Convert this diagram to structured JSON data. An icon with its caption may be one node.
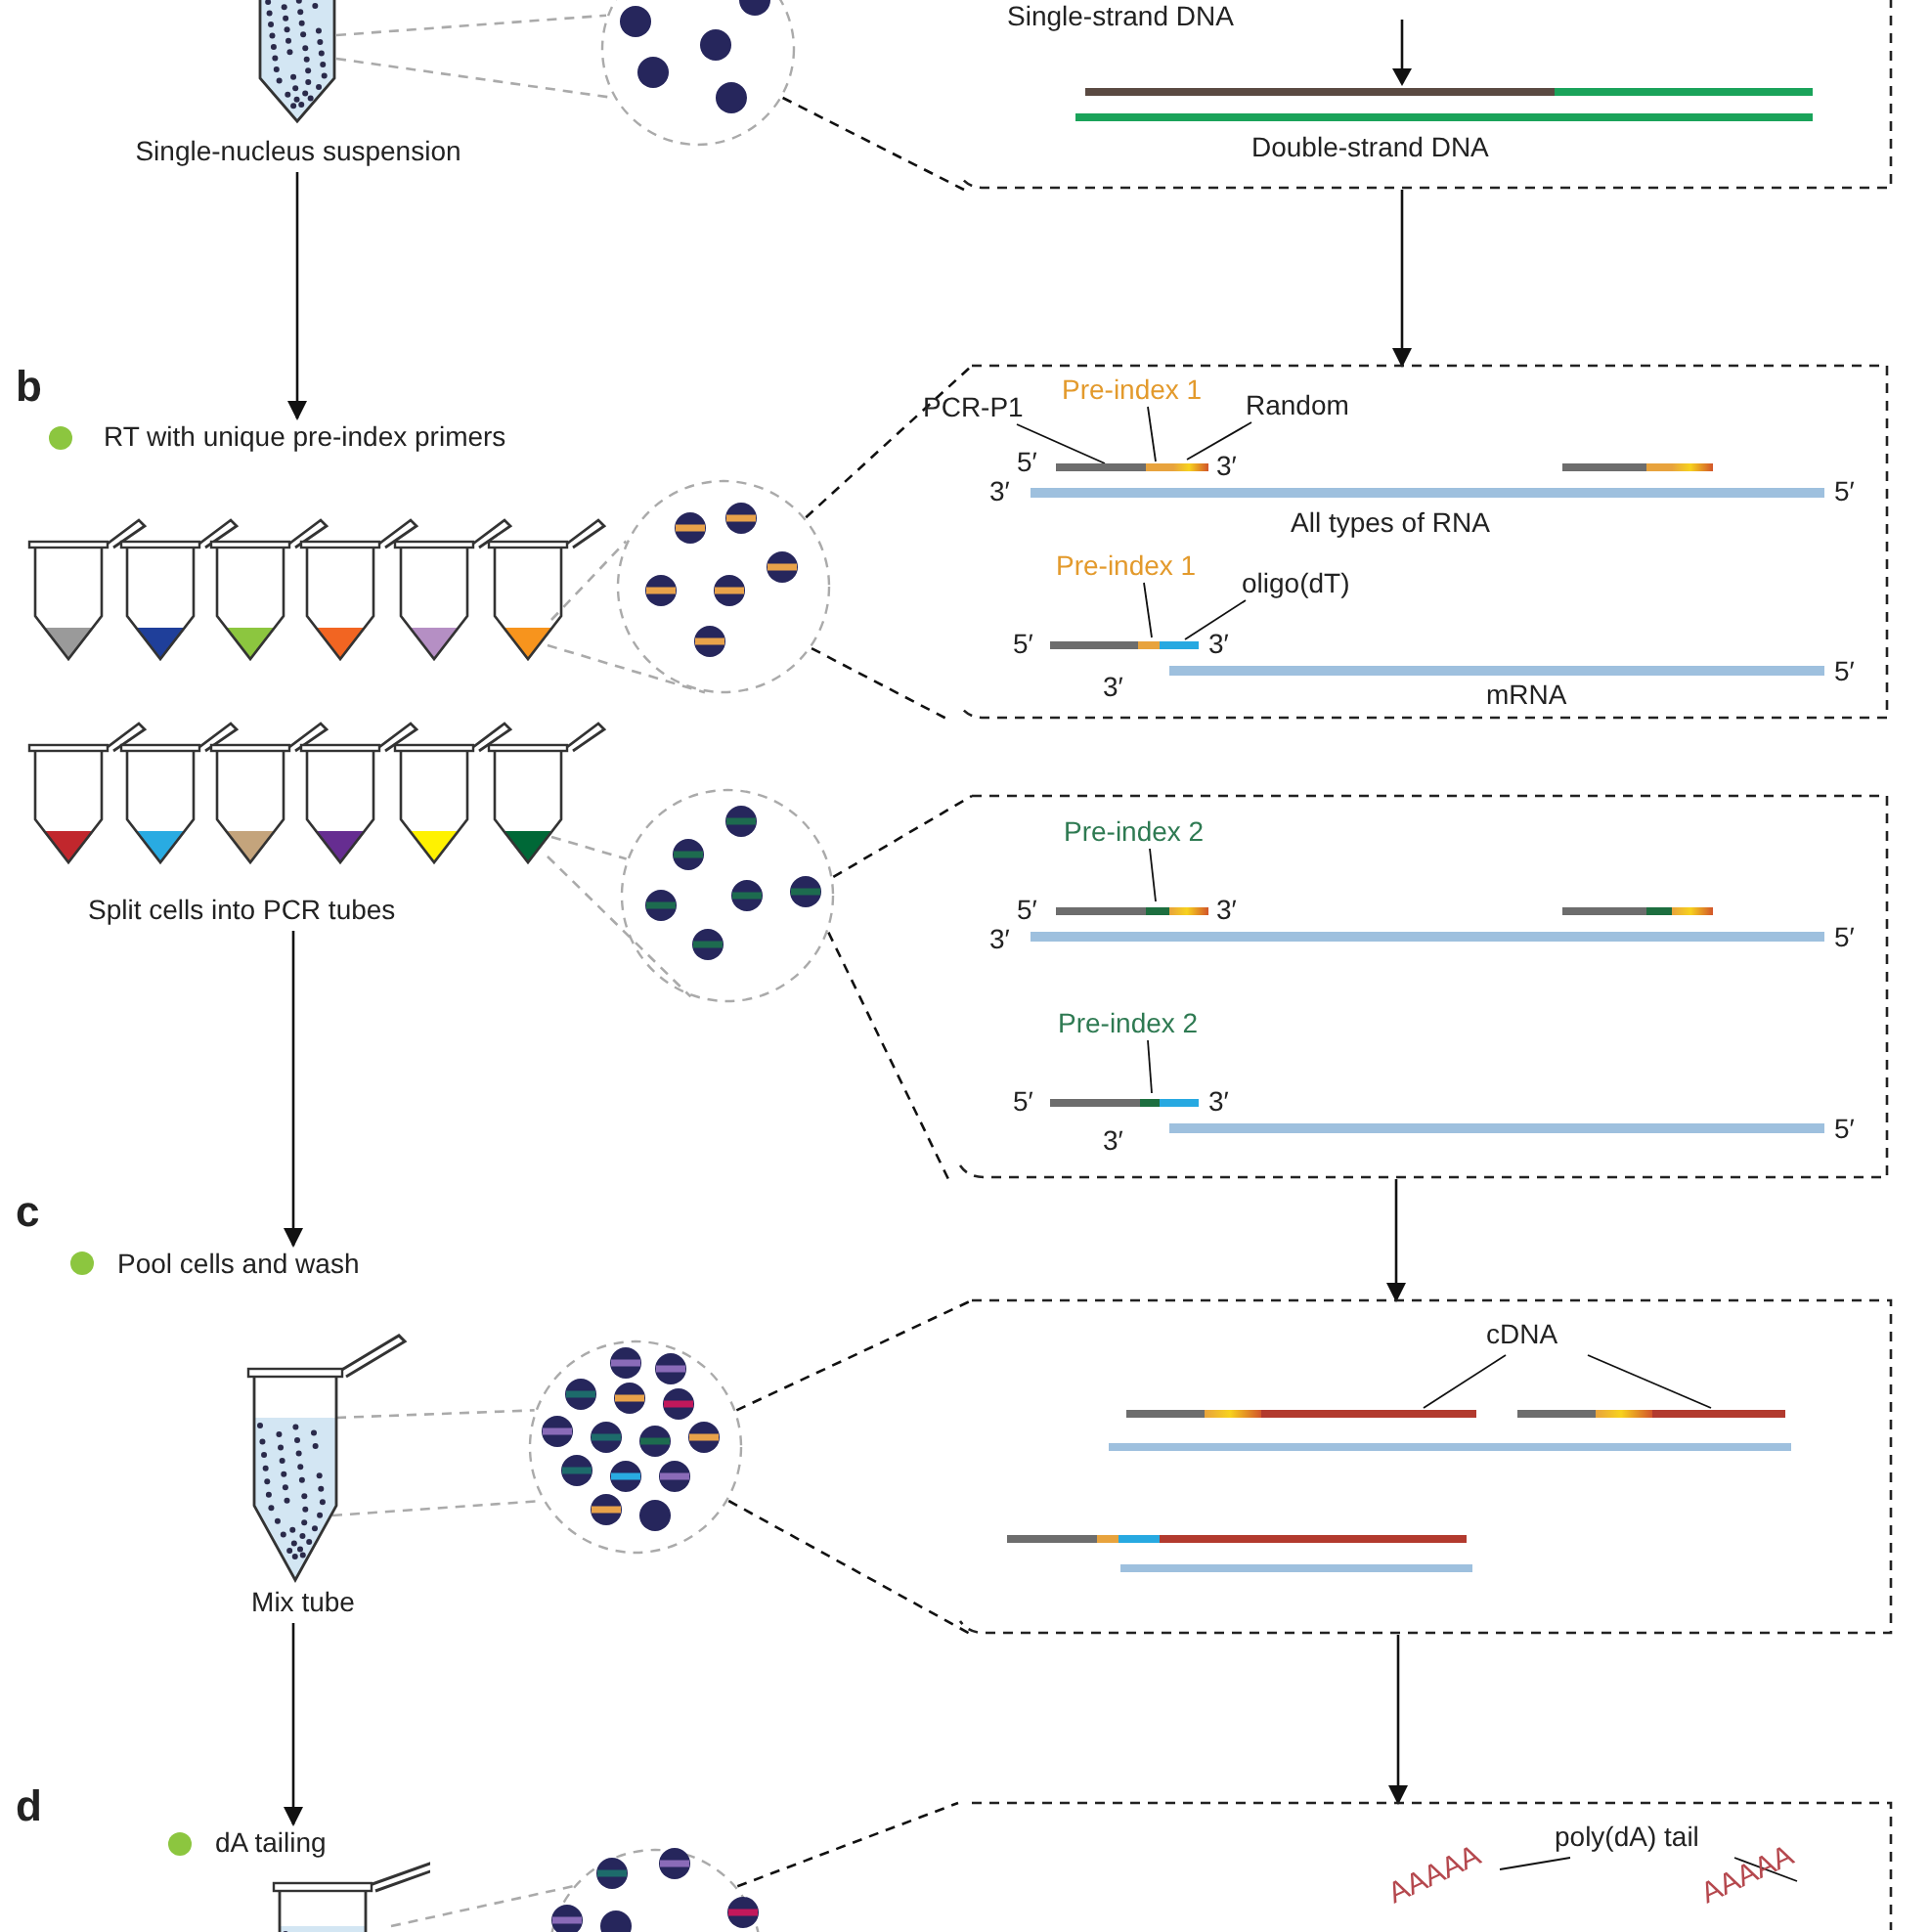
{
  "diagram": {
    "nodes": [
      {
        "text": [],
        "shape": "tube",
        "beside": [
          "Single-nucleus suspension"
        ]
      },
      {
        "text": [],
        "shape": "circle"
      },
      {
        "text": [
          "Single-strand DNA",
          "Double-strand DNA"
        ]
      },
      {
        "text": [
          "RT with unique pre-index primers"
        ]
      },
      {
        "text": [],
        "shape": "tube"
      },
      {
        "text": [],
        "shape": "tube"
      },
      {
        "text": [],
        "shape": "tube"
      },
      {
        "text": [],
        "shape": "tube"
      },
      {
        "text": [],
        "shape": "tube"
      },
      {
        "text": [],
        "shape": "tube"
      },
      {
        "text": [],
        "shape": "circle"
      },
      {
        "text": [
          "All types of RNA",
          "mRNA"
        ]
      },
      {
        "text": [
          "PCR-P1"
        ],
        "in": 11
      },
      {
        "text": [
          "Pre-index 1"
        ],
        "in": 11
      },
      {
        "text": [
          "Random"
        ],
        "in": 11
      },
      {
        "text": [
          "Pre-index 1"
        ],
        "in": 11
      },
      {
        "text": [
          "oligo(dT)"
        ],
        "in": 11
      },
      {
        "text": [],
        "shape": "tube"
      },
      {
        "text": [],
        "shape": "tube"
      },
      {
        "text": [],
        "shape": "tube"
      },
      {
        "text": [],
        "shape": "tube"
      },
      {
        "text": [],
        "shape": "tube"
      },
      {
        "text": [],
        "shape": "tube"
      },
      {
        "text": [
          "Split cells into PCR tubes"
        ]
      },
      {
        "text": [],
        "shape": "circle"
      },
      {
        "text": [],
        "shape": "box"
      },
      {
        "text": [
          "Pre-index 2"
        ],
        "in": 25
      },
      {
        "text": [
          "Pre-index 2"
        ],
        "in": 25
      },
      {
        "text": [
          "Pool cells and wash"
        ]
      },
      {
        "text": [],
        "shape": "tube",
        "beside": [
          "Mix tube"
        ]
      },
      {
        "text": [],
        "shape": "circle"
      },
      {
        "text": [],
        "shape": "box"
      },
      {
        "text": [
          "cDNA"
        ],
        "in": 31
      },
      {
        "text": [
          "dA tailing"
        ]
      },
      {
        "text": [],
        "shape": "tube"
      },
      {
        "text": [],
        "shape": "circle"
      },
      {
        "text": [],
        "shape": "box"
      },
      {
        "text": [
          "poly(dA) tail"
        ],
        "in": 36
      },
      {
        "text": [
          "AAAAA"
        ],
        "in": 36
      },
      {
        "text": [
          "AAAAA"
        ],
        "in": 36
      }
    ],
    "edges": [
      {
        "from": 0,
        "to": 1,
        "arrow": "none",
        "style": "dashed",
        "color": "#aaaaaa"
      },
      {
        "from": 0,
        "to": 1,
        "arrow": "none",
        "style": "dashed",
        "color": "#aaaaaa"
      },
      {
        "from": 1,
        "to": 2,
        "arrow": "none",
        "style": "dashed"
      },
      {
        "from": 0,
        "to": 3,
        "arrow": "to"
      },
      {
        "from": 2,
        "to": 11,
        "arrow": "to"
      },
      {
        "from": 9,
        "to": 10,
        "arrow": "none",
        "style": "dashed",
        "color": "#aaaaaa"
      },
      {
        "from": 9,
        "to": 10,
        "arrow": "none",
        "style": "dashed",
        "color": "#aaaaaa"
      },
      {
        "from": 10,
        "to": 11,
        "arrow": "none",
        "style": "dashed"
      },
      {
        "from": 10,
        "to": 11,
        "arrow": "none",
        "style": "dashed"
      },
      {
        "from": 12,
        "to": null,
        "arrow": "none"
      },
      {
        "from": 13,
        "to": null,
        "arrow": "none"
      },
      {
        "from": 14,
        "to": null,
        "arrow": "none"
      },
      {
        "from": 15,
        "to": null,
        "arrow": "none"
      },
      {
        "from": 16,
        "to": null,
        "arrow": "none"
      },
      {
        "from": 22,
        "to": 24,
        "arrow": "none",
        "style": "dashed",
        "color": "#aaaaaa"
      },
      {
        "from": 22,
        "to": 24,
        "arrow": "none",
        "style": "dashed",
        "color": "#aaaaaa"
      },
      {
        "from": 24,
        "to": 25,
        "arrow": "none",
        "style": "dashed"
      },
      {
        "from": 24,
        "to": 25,
        "arrow": "none",
        "style": "dashed"
      },
      {
        "from": 26,
        "to": null,
        "arrow": "none"
      },
      {
        "from": 27,
        "to": null,
        "arrow": "none"
      },
      {
        "from": 23,
        "to": 28,
        "arrow": "to"
      },
      {
        "from": 25,
        "to": 31,
        "arrow": "to"
      },
      {
        "from": 29,
        "to": 30,
        "arrow": "none",
        "style": "dashed",
        "color": "#aaaaaa"
      },
      {
        "from": 29,
        "to": 30,
        "arrow": "none",
        "style": "dashed",
        "color": "#aaaaaa"
      },
      {
        "from": 30,
        "to": 31,
        "arrow": "none",
        "style": "dashed"
      },
      {
        "from": 30,
        "to": 31,
        "arrow": "none",
        "style": "dashed"
      },
      {
        "from": 32,
        "to": null,
        "arrow": "none"
      },
      {
        "from": 32,
        "to": null,
        "arrow": "none"
      },
      {
        "from": 29,
        "to": 33,
        "arrow": "to"
      },
      {
        "from": 31,
        "to": 36,
        "arrow": "to"
      },
      {
        "from": 34,
        "to": 35,
        "arrow": "none",
        "style": "dashed",
        "color": "#aaaaaa"
      },
      {
        "from": 35,
        "to": 36,
        "arrow": "none",
        "style": "dashed"
      },
      {
        "from": 37,
        "to": 38,
        "arrow": "none"
      },
      {
        "from": 37,
        "to": 39,
        "arrow": "none"
      }
    ],
    "labels": [
      "b",
      "5′",
      "3′",
      "3′",
      "5′",
      "5′",
      "3′",
      "3′",
      "5′",
      "5′",
      "3′",
      "3′",
      "5′",
      "5′",
      "3′",
      "3′",
      "5′",
      "c",
      "d"
    ]
  }
}
